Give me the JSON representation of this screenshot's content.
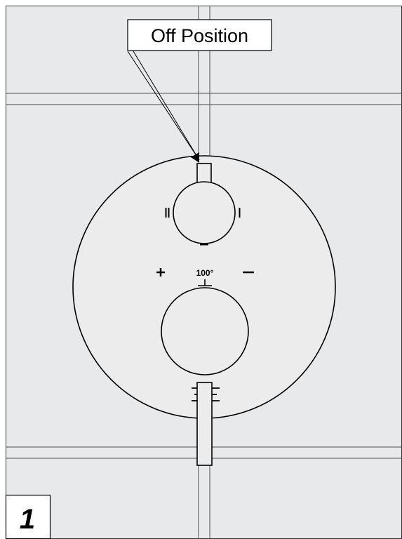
{
  "callout": {
    "label": "Off Position"
  },
  "scale": {
    "plus_symbol": "+",
    "temperature_label": "100°",
    "minus_symbol": "–"
  },
  "flow_marks": {
    "left": "||",
    "right": "|"
  },
  "step": {
    "number": "1"
  },
  "colors": {
    "wall": "#e8e9ea",
    "tile_line": "#4a4a4a",
    "trim_plate": "#ececec",
    "outline": "#000000"
  }
}
